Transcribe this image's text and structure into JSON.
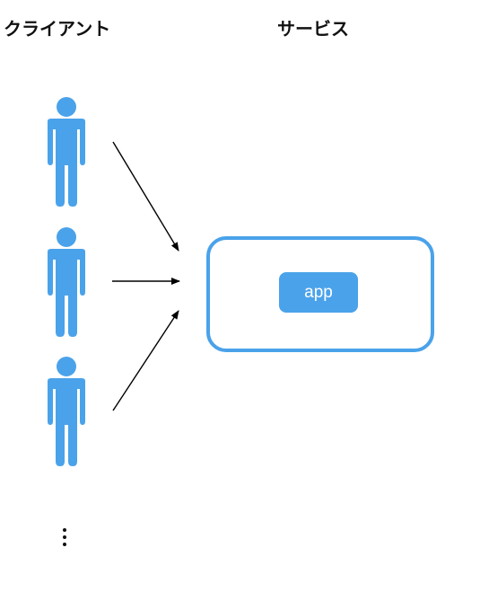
{
  "headings": {
    "client": "クライアント",
    "service": "サービス"
  },
  "service": {
    "app_label": "app"
  },
  "colors": {
    "accent": "#4aa2ea",
    "arrow": "#000000",
    "text": "#111111"
  },
  "icons": {
    "client": "person-icon",
    "more": "vertical-ellipsis-icon"
  }
}
